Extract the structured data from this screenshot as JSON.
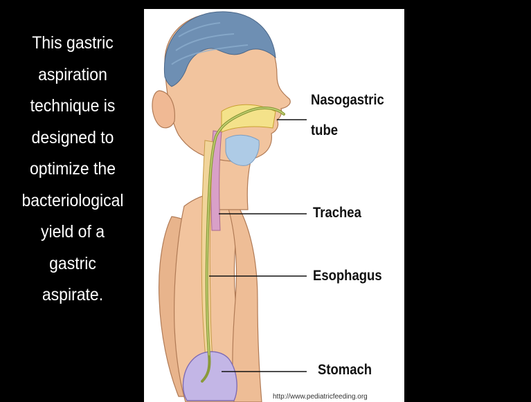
{
  "caption": {
    "lines": [
      "This gastric",
      "aspiration",
      "technique is",
      "designed to",
      "optimize the",
      "bacteriological",
      "yield of a",
      "gastric",
      "aspirate."
    ]
  },
  "diagram": {
    "labels": {
      "nasogastric_line1": "Nasogastric",
      "nasogastric_line2": "tube",
      "trachea": "Trachea",
      "esophagus": "Esophagus",
      "stomach": "Stomach"
    },
    "source": "http://www.pediatricfeeding.org",
    "colors": {
      "skin": "#f2c49e",
      "hair": "#6e8fb3",
      "tube": "#8a9a3a",
      "stomach": "#c3b6e6",
      "trachea": "#d9a0c8"
    }
  }
}
